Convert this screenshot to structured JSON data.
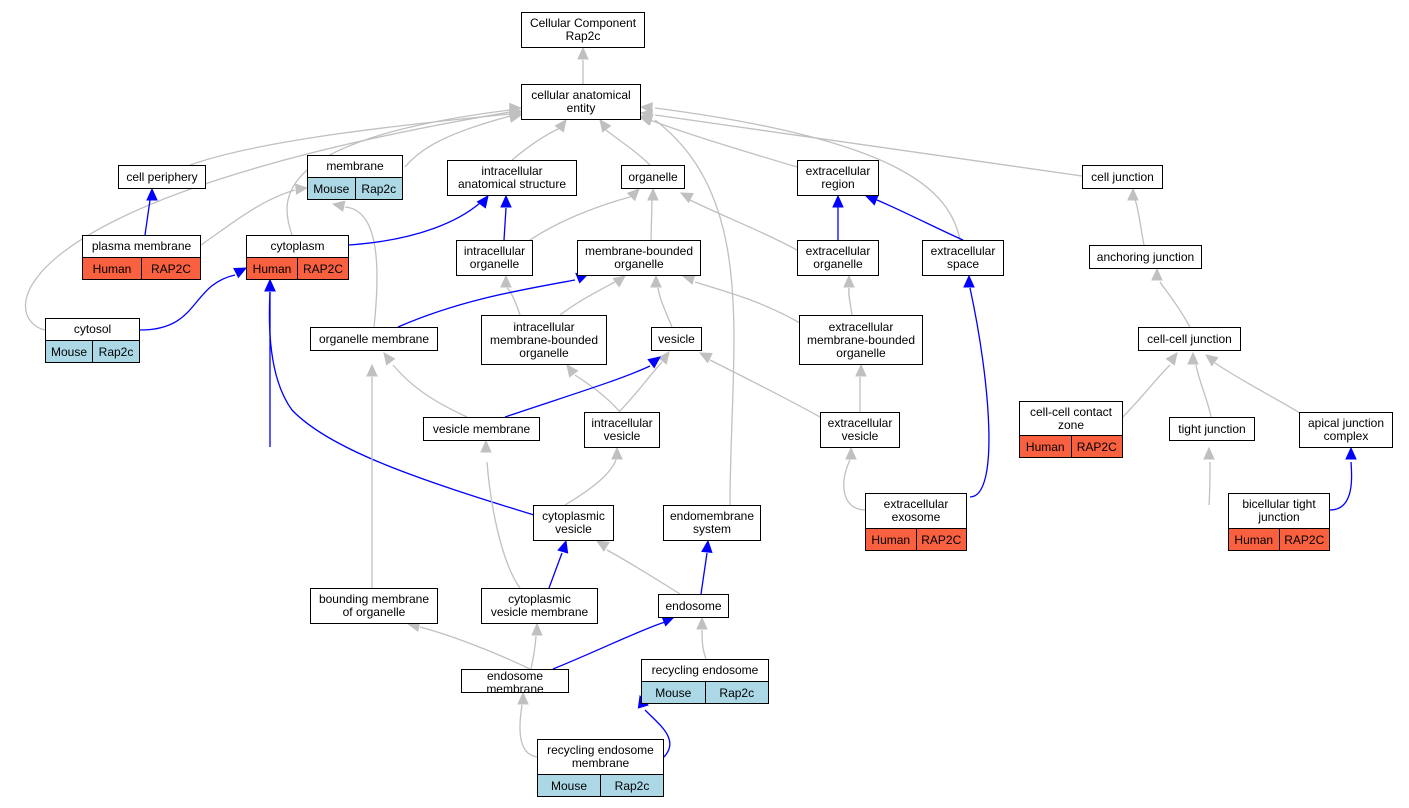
{
  "colors": {
    "grey_edge": "#c0c0c0",
    "blue_edge": "#0000ff",
    "human": "#f9603f",
    "mouse": "#acd8e6"
  },
  "nodes": {
    "root": "Cellular Component\nRap2c",
    "cae": "cellular anatomical\nentity",
    "cell_periphery": "cell periphery",
    "membrane": "membrane",
    "membrane_tags": [
      "Mouse",
      "Rap2c"
    ],
    "intracellular_anat": "intracellular\nanatomical structure",
    "organelle": "organelle",
    "extracellular_region": "extracellular\nregion",
    "cell_junction": "cell junction",
    "plasma_membrane": "plasma membrane",
    "plasma_membrane_tags": [
      "Human",
      "RAP2C"
    ],
    "cytoplasm": "cytoplasm",
    "cytoplasm_tags": [
      "Human",
      "RAP2C"
    ],
    "intracellular_organelle": "intracellular\norganelle",
    "membrane_bounded_organelle": "membrane-bounded\norganelle",
    "extracellular_organelle": "extracellular\norganelle",
    "extracellular_space": "extracellular\nspace",
    "anchoring_junction": "anchoring junction",
    "cytosol": "cytosol",
    "cytosol_tags": [
      "Mouse",
      "Rap2c"
    ],
    "organelle_membrane": "organelle membrane",
    "intracellular_mbo": "intracellular\nmembrane-bounded\norganelle",
    "vesicle": "vesicle",
    "extracellular_mbo": "extracellular\nmembrane-bounded\norganelle",
    "cell_cell_junction": "cell-cell junction",
    "vesicle_membrane": "vesicle membrane",
    "intracellular_vesicle": "intracellular\nvesicle",
    "extracellular_vesicle": "extracellular\nvesicle",
    "cell_cell_contact_zone": "cell-cell contact\nzone",
    "cell_cell_contact_zone_tags": [
      "Human",
      "RAP2C"
    ],
    "tight_junction": "tight junction",
    "apical_junction_complex": "apical junction\ncomplex",
    "cytoplasmic_vesicle": "cytoplasmic\nvesicle",
    "endomembrane_system": "endomembrane\nsystem",
    "extracellular_exosome": "extracellular\nexosome",
    "extracellular_exosome_tags": [
      "Human",
      "RAP2C"
    ],
    "bicellular_tight_junction": "bicellular tight\njunction",
    "bicellular_tight_junction_tags": [
      "Human",
      "RAP2C"
    ],
    "bounding_membrane": "bounding membrane\nof organelle",
    "cytoplasmic_vesicle_membrane": "cytoplasmic\nvesicle membrane",
    "endosome": "endosome",
    "endosome_membrane": "endosome membrane",
    "recycling_endosome": "recycling endosome",
    "recycling_endosome_tags": [
      "Mouse",
      "Rap2c"
    ],
    "recycling_endosome_membrane": "recycling endosome\nmembrane",
    "recycling_endosome_membrane_tags": [
      "Mouse",
      "Rap2c"
    ]
  }
}
